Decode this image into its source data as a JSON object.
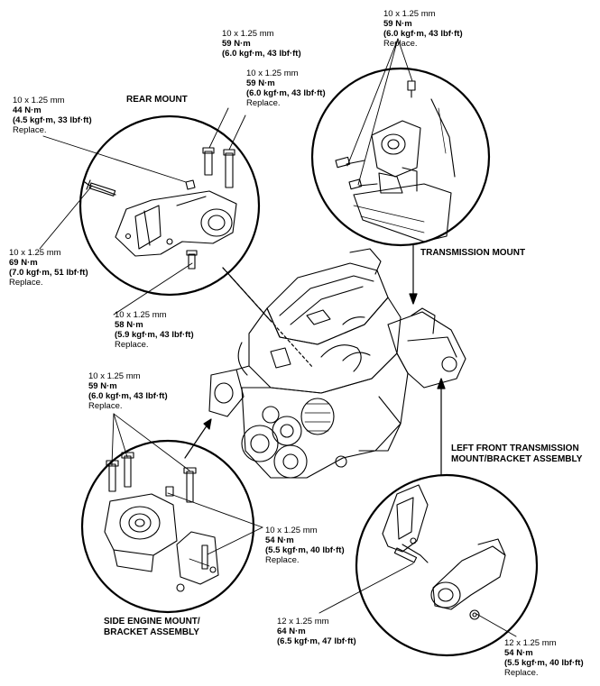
{
  "titles": {
    "rear_mount": "REAR MOUNT",
    "transmission_mount": "TRANSMISSION MOUNT",
    "left_front_line1": "LEFT FRONT TRANSMISSION",
    "left_front_line2": "MOUNT/BRACKET ASSEMBLY",
    "side_engine_line1": "SIDE ENGINE MOUNT/",
    "side_engine_line2": "BRACKET ASSEMBLY"
  },
  "callouts": [
    {
      "size": "10 x 1.25 mm",
      "torque": "59 N·m",
      "imperial": "(6.0 kgf·m, 43 lbf·ft)",
      "note": "Replace."
    },
    {
      "size": "10 x 1.25 mm",
      "torque": "59 N·m",
      "imperial": "(6.0 kgf·m, 43 lbf·ft)",
      "note": ""
    },
    {
      "size": "10 x 1.25 mm",
      "torque": "59 N·m",
      "imperial": "(6.0 kgf·m, 43 lbf·ft)",
      "note": "Replace."
    },
    {
      "size": "10 x 1.25 mm",
      "torque": "44 N·m",
      "imperial": "(4.5 kgf·m, 33 lbf·ft)",
      "note": "Replace."
    },
    {
      "size": "10 x 1.25 mm",
      "torque": "69 N·m",
      "imperial": "(7.0 kgf·m, 51 lbf·ft)",
      "note": "Replace."
    },
    {
      "size": "10 x 1.25 mm",
      "torque": "58 N·m",
      "imperial": "(5.9 kgf·m, 43 lbf·ft)",
      "note": "Replace."
    },
    {
      "size": "10 x 1.25 mm",
      "torque": "59 N·m",
      "imperial": "(6.0 kgf·m, 43 lbf·ft)",
      "note": "Replace."
    },
    {
      "size": "10 x 1.25 mm",
      "torque": "54 N·m",
      "imperial": "(5.5 kgf·m, 40 lbf·ft)",
      "note": "Replace."
    },
    {
      "size": "12 x 1.25 mm",
      "torque": "64 N·m",
      "imperial": "(6.5 kgf·m, 47 lbf·ft)",
      "note": ""
    },
    {
      "size": "12 x 1.25 mm",
      "torque": "54 N·m",
      "imperial": "(5.5 kgf·m, 40 lbf·ft)",
      "note": "Replace."
    }
  ]
}
